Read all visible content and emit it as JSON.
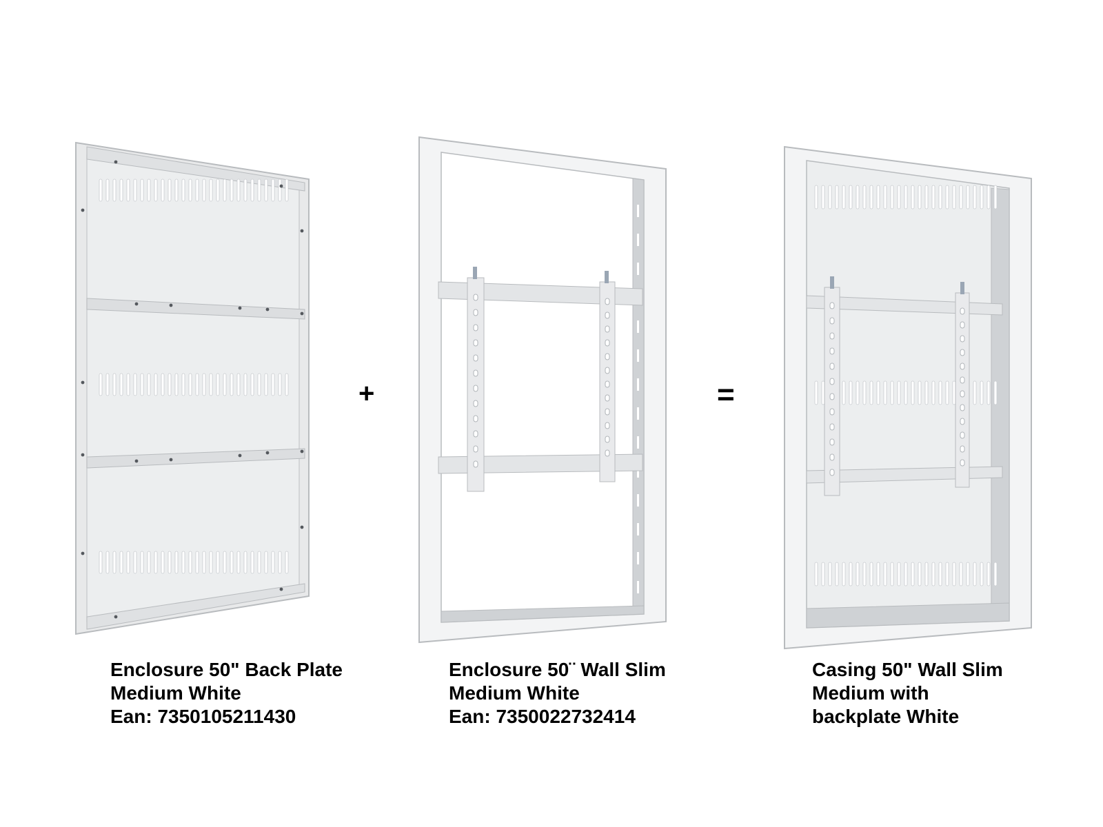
{
  "scene": {
    "background": "#ffffff",
    "panel_color": "#e8e9ea",
    "edge_color": "#b8bbbe",
    "shadow_color": "#cfd2d5"
  },
  "products": [
    {
      "id": "back-plate",
      "lines": [
        "Enclosure 50\" Back Plate",
        "Medium White",
        "Ean: 7350105211430"
      ]
    },
    {
      "id": "wall-slim",
      "lines": [
        "Enclosure 50¨ Wall Slim",
        "Medium White",
        "Ean: 7350022732414"
      ]
    },
    {
      "id": "casing",
      "lines": [
        "Casing 50\" Wall Slim",
        "Medium with",
        "backplate White"
      ]
    }
  ],
  "operators": {
    "plus": "+",
    "equals": "="
  }
}
